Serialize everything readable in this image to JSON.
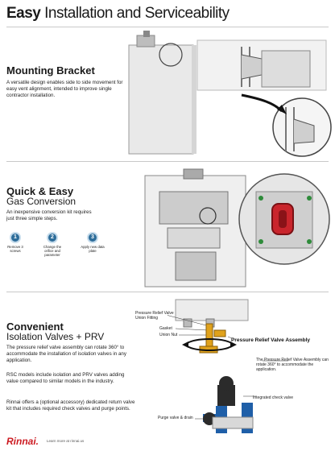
{
  "header": {
    "bold": "Easy",
    "rest": " Installation and Serviceability"
  },
  "sections": {
    "mounting": {
      "title": "Mounting Bracket",
      "body": "A versatile design enables side to side movement for easy vent alignment, intended to improve single contractor installation."
    },
    "gas": {
      "title": "Quick & Easy",
      "subtitle": "Gas Conversion",
      "body": "An inexpensive conversion kit requires just three simple steps.",
      "steps": [
        {
          "num": "1",
          "label": "Remove 3 screws"
        },
        {
          "num": "2",
          "label": "Change the orifice and parameter"
        },
        {
          "num": "3",
          "label": "Apply new data plate"
        }
      ]
    },
    "valves": {
      "title": "Convenient",
      "subtitle": "Isolation Valves + PRV",
      "p1": "The pressure relief valve assembly can rotate 360° to accommodate the installation of isolation valves in any application.",
      "p2": "RSC models include isolation and PRV valves adding value compared to similar models in the industry.",
      "p3": "Rinnai offers a (optional accessory) dedicated return valve kit that includes required check valves and purge points.",
      "callouts": {
        "prv_union": "Pressure Relief Valve Union Fitting",
        "gasket": "Gasket",
        "union_nut": "Union Nut",
        "prv_assembly": "Pressure Relief Valve Assembly",
        "rotate_note": "The Pressure Relief Valve Assembly can rotate 360° to accommodate the application.",
        "check_valve": "Integrated check valve",
        "purge": "Purge valve & drain"
      }
    }
  },
  "footer": {
    "logo": "Rinnai.",
    "learn": "Learn more at rinnai.us"
  },
  "colors": {
    "accent_blue": "#2d6d9a",
    "brand_red": "#cc1b22",
    "valve_yellow": "#e0a21c",
    "valve_blue": "#1f5fa8"
  }
}
